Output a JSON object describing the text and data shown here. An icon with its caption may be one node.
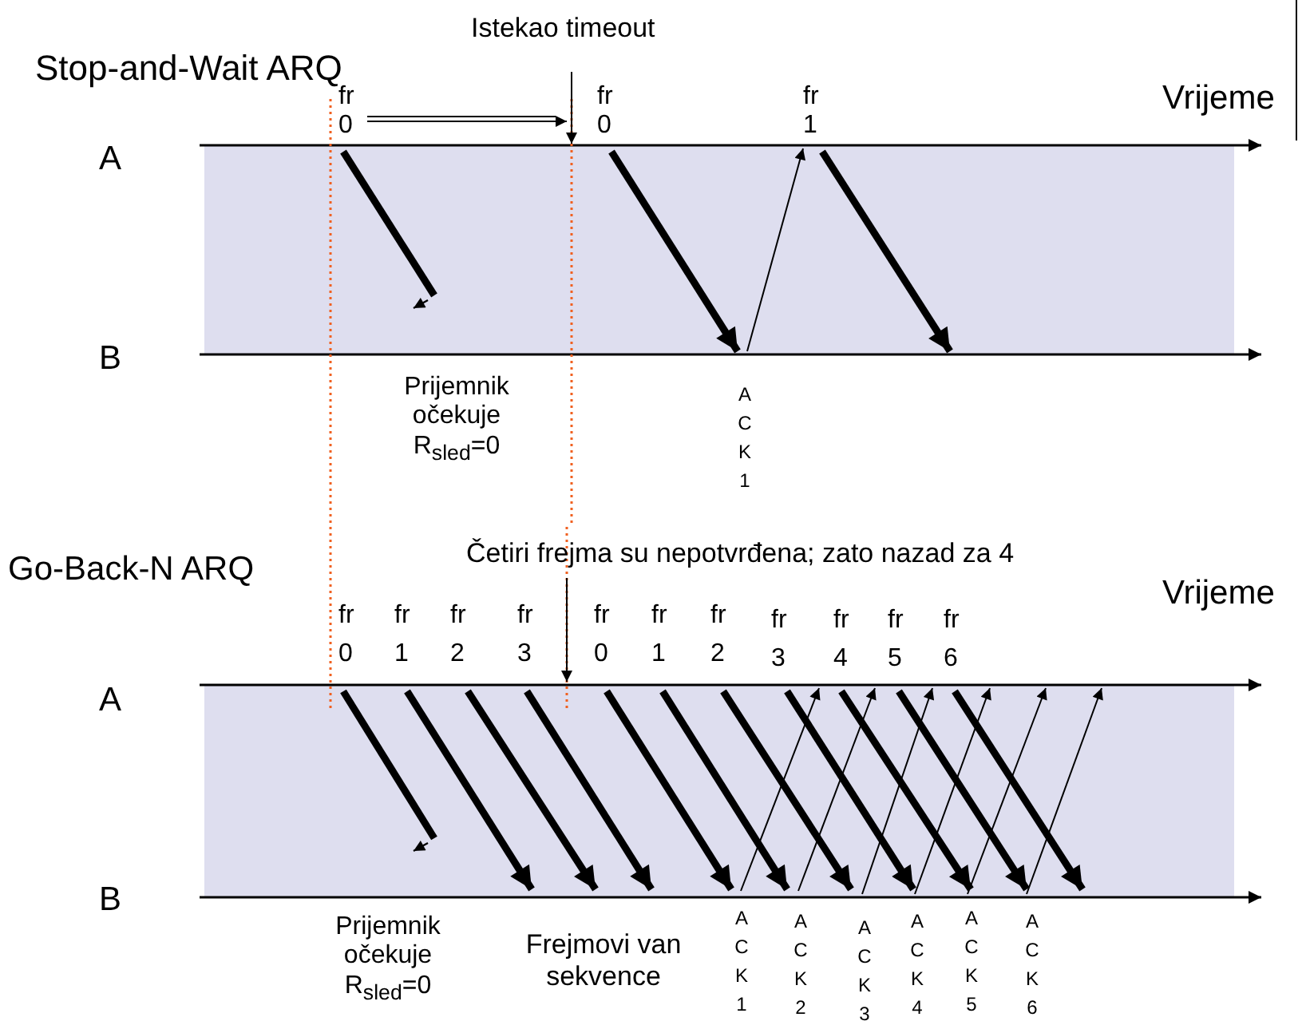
{
  "diagram": {
    "labels": [
      "Istekao timeout",
      "Stop-and-Wait ARQ",
      "fr 0",
      "fr 0",
      "fr 1",
      "Vrijeme",
      "A",
      "B",
      "Prijemnik očekuje R$_{sled}$=0",
      "ACK1",
      "Go-Back-N ARQ",
      "Četiri frejma su nepotvrđena; zato nazad za 4",
      "fr 0",
      "fr 1",
      "fr 2",
      "fr 3",
      "fr 0",
      "fr 1",
      "fr 2",
      "fr 3",
      "fr 4",
      "fr 5",
      "fr 6",
      "Vrijeme",
      "A",
      "B",
      "Prijemnik očekuje R$_{sled}$=0",
      "Frejmovi van sekvence",
      "ACK1",
      "ACK2",
      "ACK3",
      "ACK4",
      "ACK5",
      "ACK6"
    ]
  }
}
